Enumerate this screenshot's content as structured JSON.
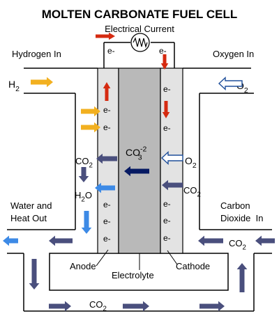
{
  "title": "MOLTEN CARBONATE FUEL CELL",
  "electrical_current": "Electrical Current",
  "electron": "e-",
  "hydrogen_in": "Hydrogen In",
  "oxygen_in": "Oxygen In",
  "water_heat_out": [
    "Water and",
    "Heat Out"
  ],
  "carbon_dioxide_in": [
    "Carbon",
    "Dioxide  In"
  ],
  "anode": "Anode",
  "electrolyte": "Electrolyte",
  "cathode": "Cathode",
  "chem": {
    "h2": {
      "base": "H",
      "sub": "2"
    },
    "o2": {
      "base": "O",
      "sub": "2"
    },
    "co2": {
      "base": "CO",
      "sub": "2"
    },
    "h2o": {
      "base": "H",
      "sub": "2",
      "rest": "O"
    },
    "co3": {
      "base": "CO",
      "sub": "3",
      "sup": "-2"
    }
  },
  "colors": {
    "title": "#000000",
    "anode_fill": "#e3e3e3",
    "electrolyte_fill": "#b9b9b9",
    "red_arrow": "#d52a10",
    "yellow_arrow": "#f2b020",
    "light_blue_arrow": "#3d8ae6",
    "slate_arrow": "#4a4f7d",
    "navy_arrow": "#071a63",
    "outline_arrow": "#1f4f9a"
  }
}
